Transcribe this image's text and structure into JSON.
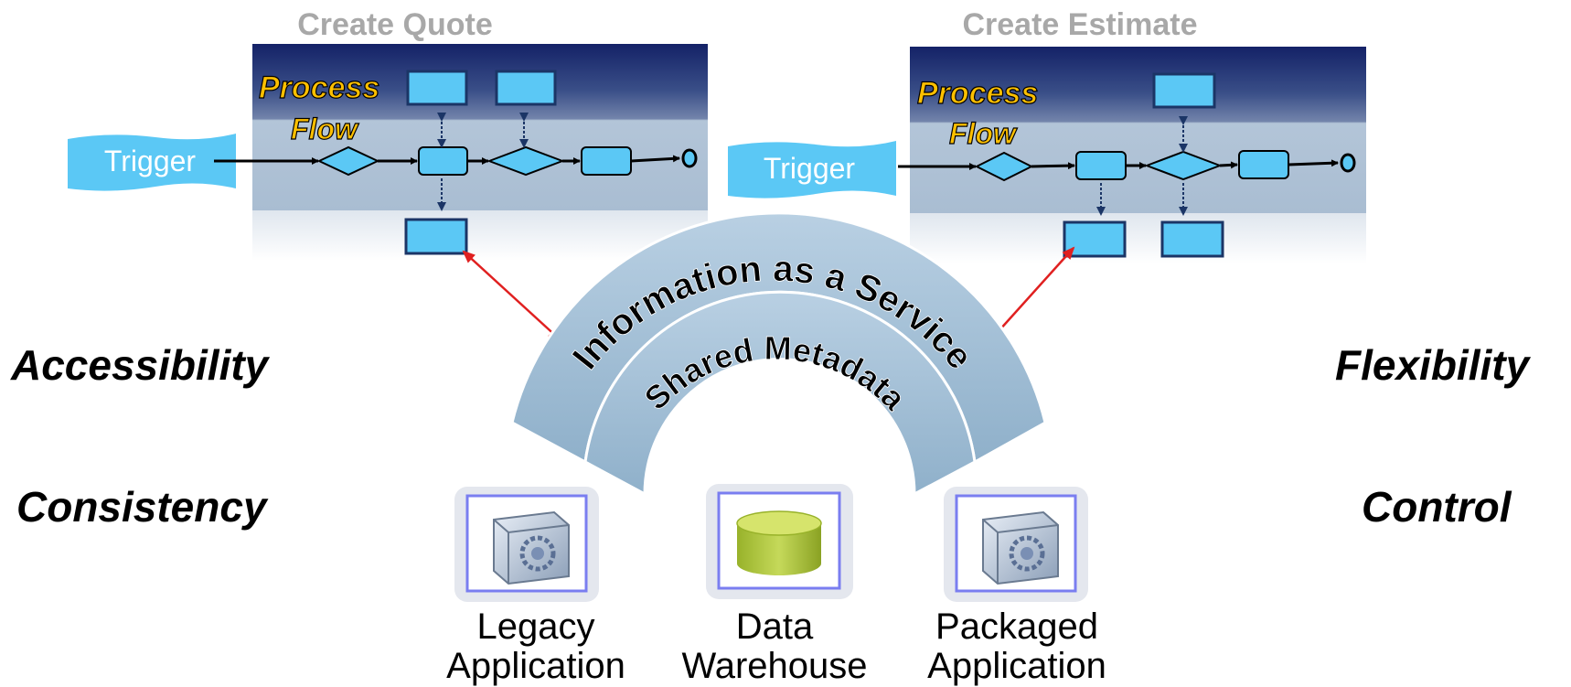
{
  "panels": [
    {
      "title": "Create Quote",
      "process_label": "Process",
      "flow_label": "Flow",
      "trigger_label": "Trigger"
    },
    {
      "title": "Create Estimate",
      "process_label": "Process",
      "flow_label": "Flow",
      "trigger_label": "Trigger"
    }
  ],
  "arc": {
    "outer_label": "Information as a Service",
    "inner_label": "Shared Metadata"
  },
  "qualities": {
    "top_left": "Accessibility",
    "bottom_left": "Consistency",
    "top_right": "Flexibility",
    "bottom_right": "Control"
  },
  "systems": [
    {
      "line1": "Legacy",
      "line2": "Application",
      "icon": "gear-cube-icon"
    },
    {
      "line1": "Data",
      "line2": "Warehouse",
      "icon": "database-cylinder-icon"
    },
    {
      "line1": "Packaged",
      "line2": "Application",
      "icon": "gear-cube-icon"
    }
  ],
  "colors": {
    "panel_top": "#1e2e6e",
    "panel_band": "#b0c4d8",
    "node_fill": "#5bc8f5",
    "arc_fill": "#a6c2d8",
    "title_gray": "#a8a8a8",
    "flow_label": "#ffc000",
    "connector": "#e02020",
    "cylinder": "#b5cc3a"
  }
}
